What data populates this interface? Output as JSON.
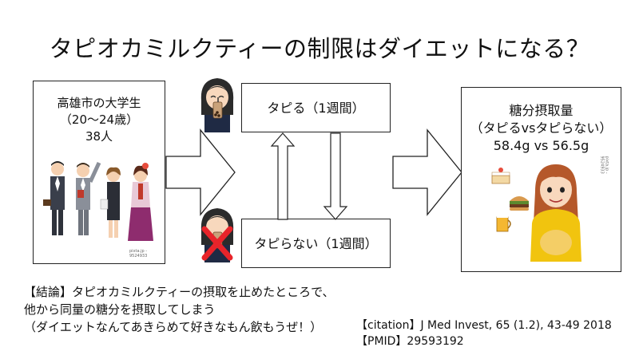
{
  "title": "タピオカミルクティーの制限はダイエットになる？",
  "subjects_box": {
    "line1": "高雄市の大学生",
    "line2": "（20～24歳）",
    "line3": "38人",
    "credit": "pixta.jp - 9524933"
  },
  "tapiru_box": {
    "label": "タピる（1週間）"
  },
  "tapiranai_box": {
    "label": "タピらない（1週間）"
  },
  "result_box": {
    "line1": "糖分摂取量",
    "line2": "（タピるvsタピらない）",
    "line3": "58.4g vs 56.5g",
    "credit": "pixta.jp - 9524933"
  },
  "conclusion": {
    "line1": "【結論】タピオカミルクティーの摂取を止めたところで、",
    "line2": "他から同量の糖分を摂取してしまう",
    "line3": "（ダイエットなんてあきらめて好きなもん飲もうぜ！）"
  },
  "citation": {
    "line1": "【citation】J Med Invest, 65 (1.2), 43-49 2018",
    "line2": "【PMID】29593192"
  },
  "colors": {
    "border": "#222222",
    "cross": "#e8242a",
    "student_suit": "#3a3f4b",
    "hair": "#4a2e1c",
    "sweater": "#f1c40f"
  }
}
